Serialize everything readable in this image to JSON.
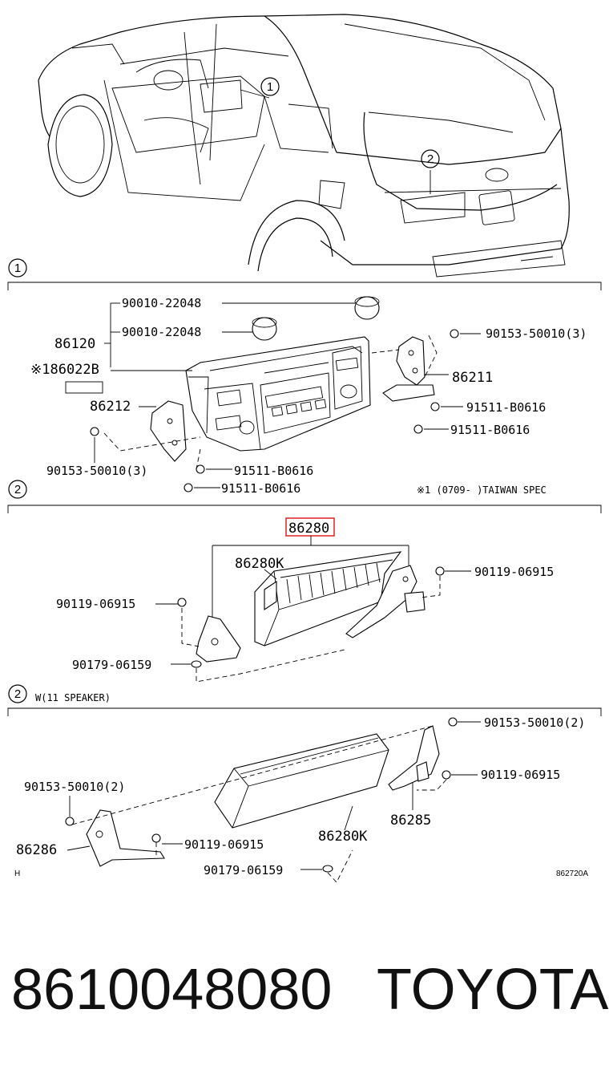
{
  "diagram": {
    "sections": [
      {
        "marker": "1",
        "id": "section-1"
      },
      {
        "marker": "2",
        "id": "section-2"
      },
      {
        "marker": "2",
        "id": "section-3",
        "note": "W(11 SPEAKER)"
      }
    ],
    "overview_callouts": [
      "1",
      "2"
    ],
    "section1_labels": {
      "p_90010_a": "90010-22048",
      "p_90010_b": "90010-22048",
      "p_86120": "86120",
      "p_86022b": "※186022B",
      "p_86212": "86212",
      "p_86211": "86211",
      "p_90153_right": "90153-50010(3)",
      "p_91511_r1": "91511-B0616",
      "p_91511_r2": "91511-B0616",
      "p_90153_left": "90153-50010(3)",
      "p_91511_l1": "91511-B0616",
      "p_91511_l2": "91511-B0616",
      "spec_note": "※1 (0709-    )TAIWAN SPEC"
    },
    "section2_labels": {
      "p_86280": "86280",
      "p_86280k": "86280K",
      "p_90119_right": "90119-06915",
      "p_90119_left": "90119-06915",
      "p_90179": "90179-06159"
    },
    "section3_labels": {
      "p_90153_right": "90153-50010(2)",
      "p_90119_right": "90119-06915",
      "p_90153_left": "90153-50010(2)",
      "p_86285": "86285",
      "p_86286": "86286",
      "p_90119_bottom": "90119-06915",
      "p_86280k": "86280K",
      "p_90179": "90179-06159",
      "corner_mark": "H",
      "drawing_code": "862720A"
    },
    "highlighted_part": "86280"
  },
  "footer": {
    "part_number": "8610048080",
    "brand": "TOYOTA"
  }
}
